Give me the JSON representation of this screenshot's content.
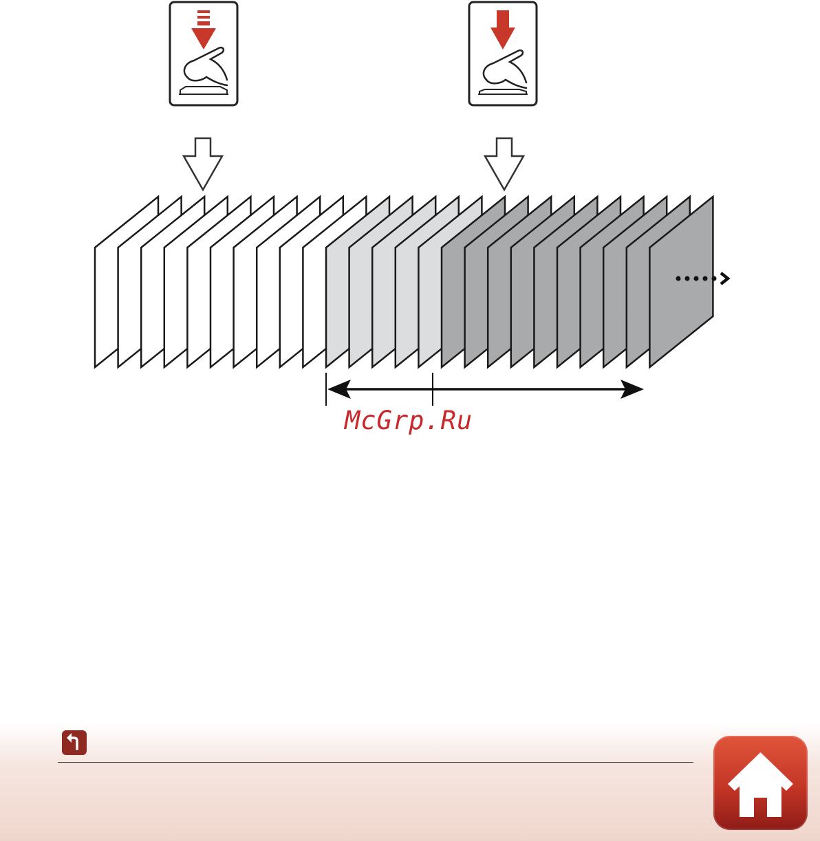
{
  "watermark": "McGrp.Ru",
  "footer": {
    "back_icon": "return-arrow-icon",
    "home_icon": "house-icon"
  },
  "diagram": {
    "half_press_icon": "shutter-half-press-icon",
    "full_press_icon": "shutter-full-press-icon",
    "frame_groups": [
      {
        "shade": "white",
        "count": 10
      },
      {
        "shade": "light-gray",
        "count": 5
      },
      {
        "shade": "dark-gray",
        "count": 10
      }
    ],
    "continue_icon": "dotted-continue-arrow-icon"
  },
  "colors": {
    "accent_red": "#c8382a",
    "frame_white": "#ffffff",
    "frame_light": "#dcdddf",
    "frame_dark": "#a9aaac",
    "home_red": "#c43526",
    "back_red": "#8f2a22"
  }
}
